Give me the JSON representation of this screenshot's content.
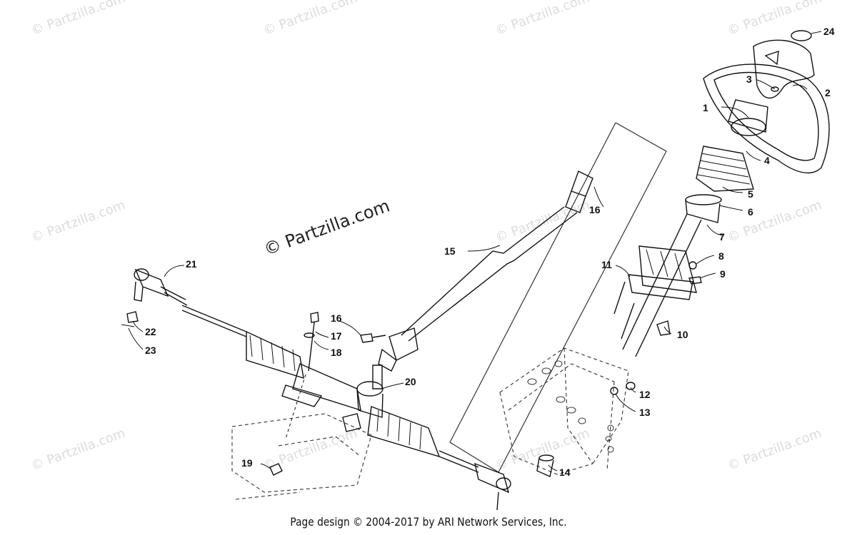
{
  "watermark": {
    "text": "© Partzilla.com",
    "center_text": "© Partzilla.com"
  },
  "callouts": [
    "1",
    "2",
    "3",
    "4",
    "5",
    "6",
    "7",
    "8",
    "9",
    "10",
    "11",
    "12",
    "13",
    "14",
    "15",
    "16",
    "16",
    "17",
    "18",
    "19",
    "20",
    "21",
    "22",
    "23",
    "24"
  ],
  "footer": "Page design © 2004-2017 by ARI Network Services, Inc."
}
